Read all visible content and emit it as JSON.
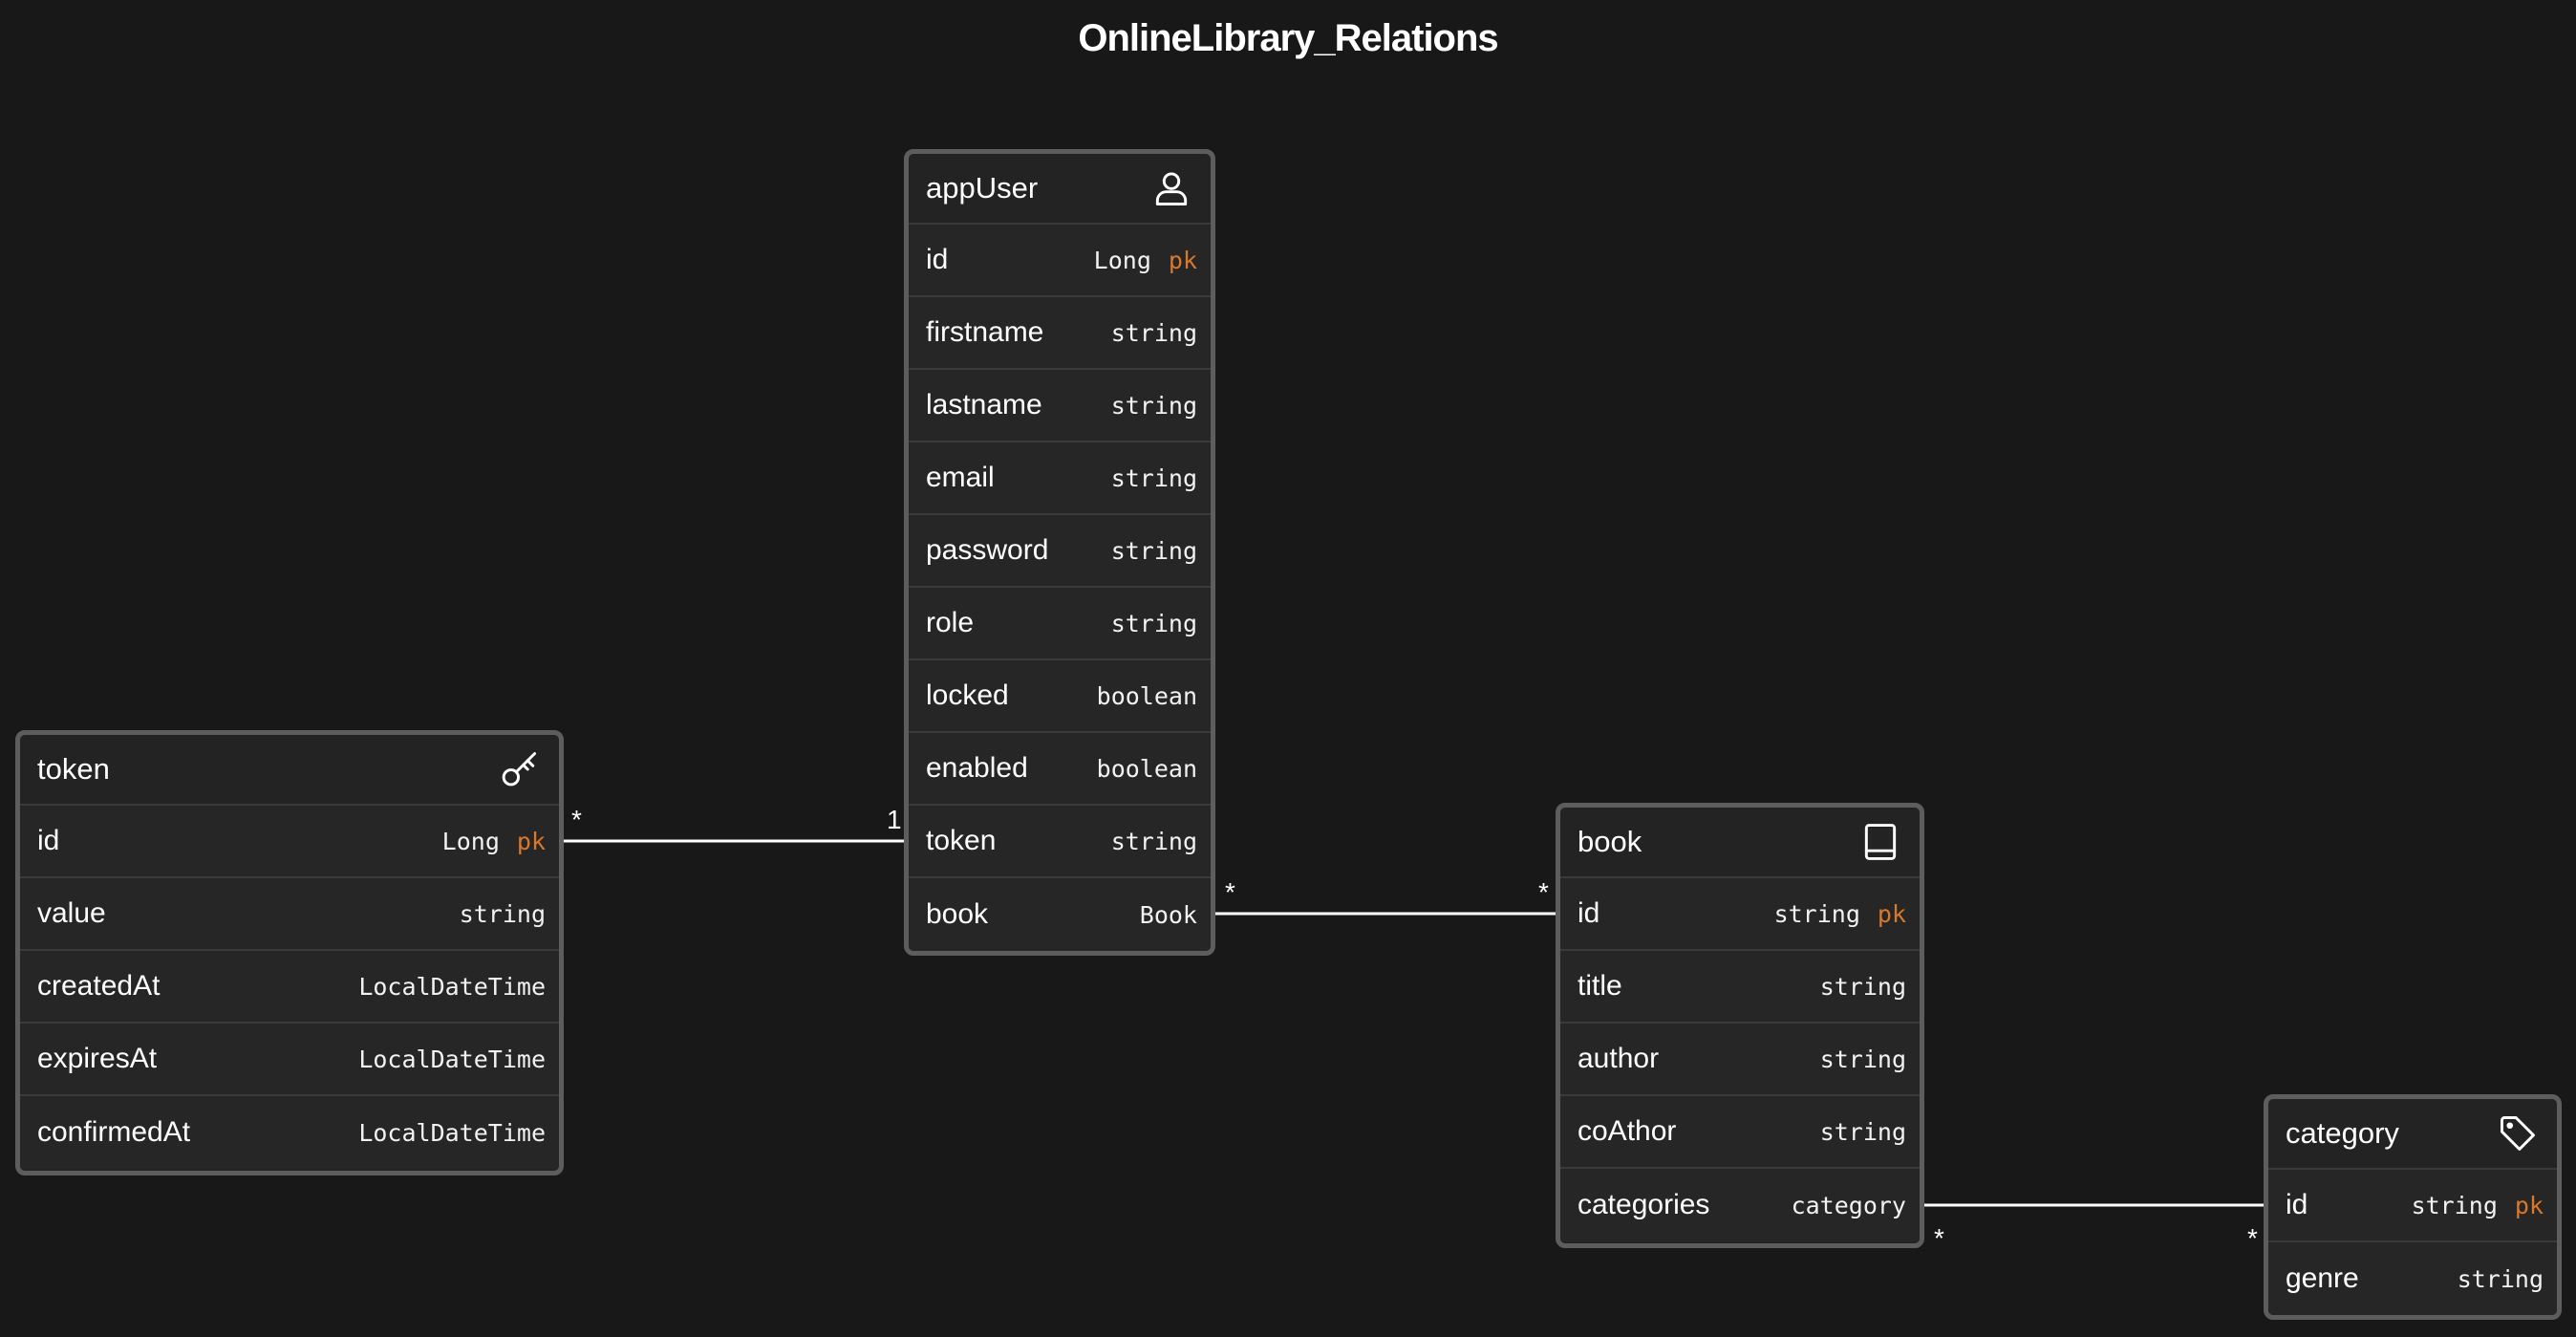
{
  "diagram": {
    "title": "OnlineLibrary_Relations",
    "colors": {
      "background": "#181818",
      "card": "#232323",
      "card_border": "#5d5d5d",
      "text": "#ffffff",
      "key": "#d9782b",
      "link": "#ffffff"
    },
    "entities": {
      "appUser": {
        "name": "appUser",
        "icon": "person-icon",
        "fields": [
          {
            "name": "id",
            "type": "Long",
            "key": "pk"
          },
          {
            "name": "firstname",
            "type": "string",
            "key": ""
          },
          {
            "name": "lastname",
            "type": "string",
            "key": ""
          },
          {
            "name": "email",
            "type": "string",
            "key": ""
          },
          {
            "name": "password",
            "type": "string",
            "key": ""
          },
          {
            "name": "role",
            "type": "string",
            "key": ""
          },
          {
            "name": "locked",
            "type": "boolean",
            "key": ""
          },
          {
            "name": "enabled",
            "type": "boolean",
            "key": ""
          },
          {
            "name": "token",
            "type": "string",
            "key": ""
          },
          {
            "name": "book",
            "type": "Book",
            "key": ""
          }
        ]
      },
      "token": {
        "name": "token",
        "icon": "key-icon",
        "fields": [
          {
            "name": "id",
            "type": "Long",
            "key": "pk"
          },
          {
            "name": "value",
            "type": "string",
            "key": ""
          },
          {
            "name": "createdAt",
            "type": "LocalDateTime",
            "key": ""
          },
          {
            "name": "expiresAt",
            "type": "LocalDateTime",
            "key": ""
          },
          {
            "name": "confirmedAt",
            "type": "LocalDateTime",
            "key": ""
          }
        ]
      },
      "book": {
        "name": "book",
        "icon": "book-icon",
        "fields": [
          {
            "name": "id",
            "type": "string",
            "key": "pk"
          },
          {
            "name": "title",
            "type": "string",
            "key": ""
          },
          {
            "name": "author",
            "type": "string",
            "key": ""
          },
          {
            "name": "coAthor",
            "type": "string",
            "key": ""
          },
          {
            "name": "categories",
            "type": "category",
            "key": ""
          }
        ]
      },
      "category": {
        "name": "category",
        "icon": "tag-icon",
        "fields": [
          {
            "name": "id",
            "type": "string",
            "key": "pk"
          },
          {
            "name": "genre",
            "type": "string",
            "key": ""
          }
        ]
      }
    },
    "relations": [
      {
        "from_entity": "token",
        "from_field": "id",
        "from_card": "*",
        "to_entity": "appUser",
        "to_field": "token",
        "to_card": "1"
      },
      {
        "from_entity": "appUser",
        "from_field": "book",
        "from_card": "*",
        "to_entity": "book",
        "to_field": "id",
        "to_card": "*"
      },
      {
        "from_entity": "book",
        "from_field": "categories",
        "from_card": "*",
        "to_entity": "category",
        "to_field": "id",
        "to_card": "*"
      }
    ]
  }
}
